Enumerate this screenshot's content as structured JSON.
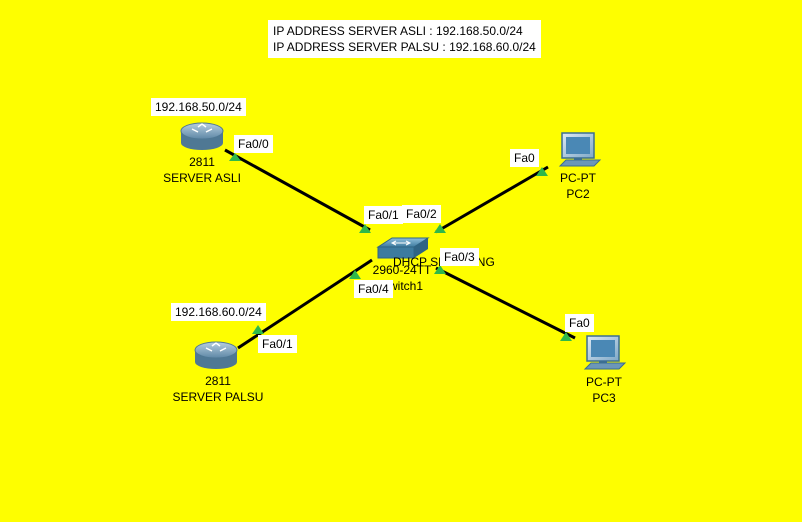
{
  "note": {
    "line1": "IP ADDRESS SERVER ASLI : 192.168.50.0/24",
    "line2": "IP ADDRESS SERVER PALSU : 192.168.60.0/24"
  },
  "devices": {
    "server_asli": {
      "model": "2811",
      "name": "SERVER ASLI",
      "network": "192.168.50.0/24"
    },
    "server_palsu": {
      "model": "2811",
      "name": "SERVER PALSU",
      "network": "192.168.60.0/24"
    },
    "switch": {
      "model": "2960-24TT",
      "name": "Switch1",
      "overlay": "DHCP SNOOPING"
    },
    "pc2": {
      "model": "PC-PT",
      "name": "PC2"
    },
    "pc3": {
      "model": "PC-PT",
      "name": "PC3"
    }
  },
  "ports": {
    "server_asli": "Fa0/0",
    "server_palsu": "Fa0/1",
    "switch_to_asli": "Fa0/1",
    "switch_to_pc2": "Fa0/2",
    "switch_to_pc3": "Fa0/3",
    "switch_to_palsu": "Fa0/4",
    "pc2": "Fa0",
    "pc3": "Fa0"
  },
  "colors": {
    "background": "#fefe00",
    "link": "#000000",
    "link_status": "#2fb84a",
    "router": "#5f88a6",
    "switch": "#3d7b9f",
    "pc": "#4a88b5"
  }
}
